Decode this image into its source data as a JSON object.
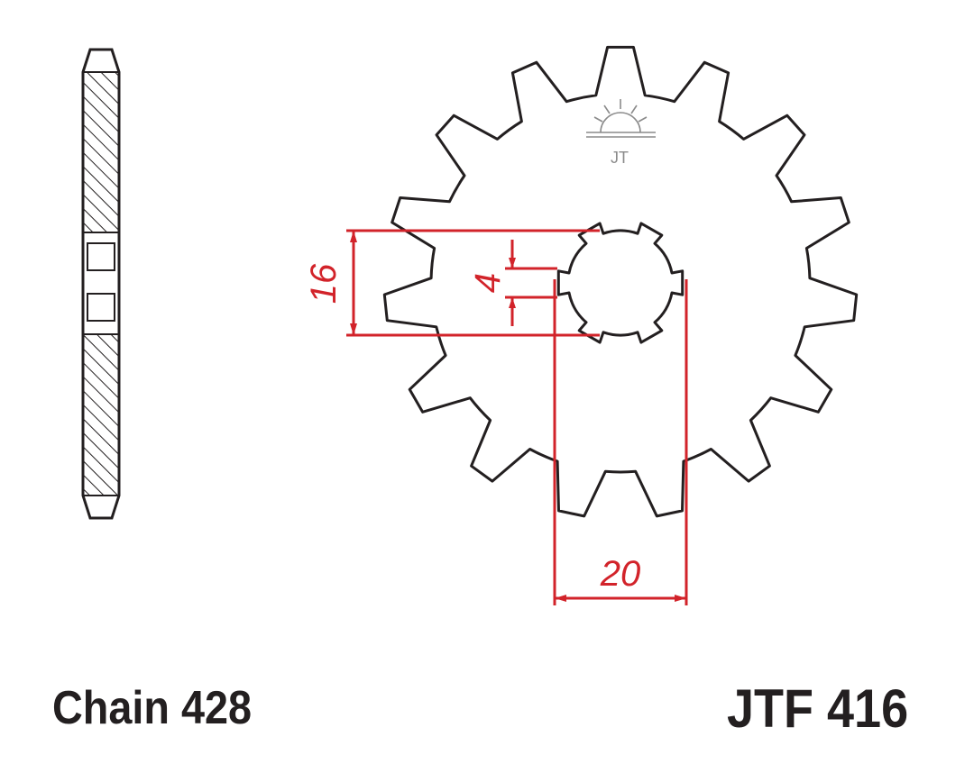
{
  "part_number": "JTF 416",
  "chain": "Chain 428",
  "dimensions": {
    "spline_outer_diameter": "16",
    "spline_width": "4",
    "hub_length": "20"
  },
  "sprocket": {
    "teeth": 15,
    "splines": 6
  },
  "colors": {
    "outline": "#231f20",
    "dimension": "#d2232a",
    "logo": "#8a8a8a"
  },
  "icons": {
    "logo": "jt-sunrise-logo-icon"
  }
}
